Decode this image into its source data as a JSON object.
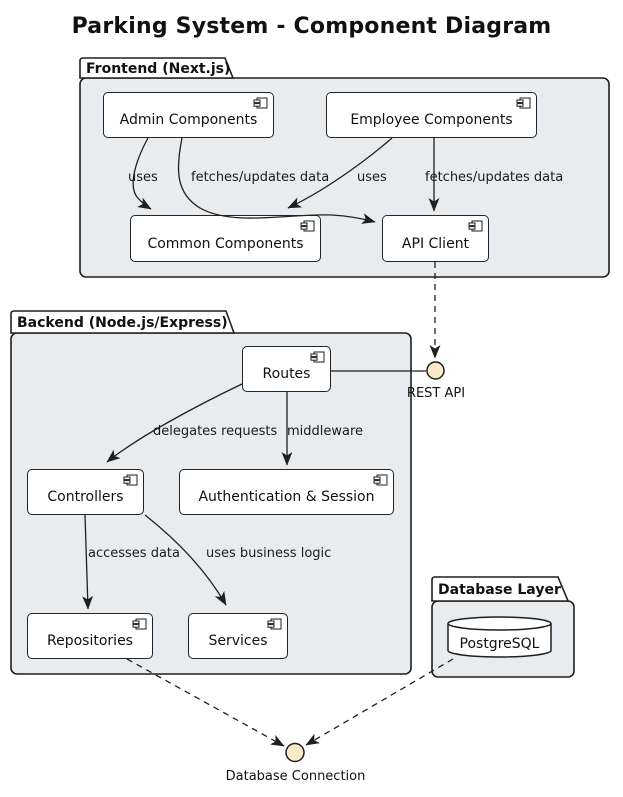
{
  "title": "Parking System - Component Diagram",
  "packages": {
    "frontend": {
      "label": "Frontend (Next.js)"
    },
    "backend": {
      "label": "Backend (Node.js/Express)"
    },
    "database": {
      "label": "Database Layer"
    }
  },
  "components": {
    "admin": {
      "label": "Admin Components"
    },
    "employee": {
      "label": "Employee Components"
    },
    "common": {
      "label": "Common Components"
    },
    "api_client": {
      "label": "API Client"
    },
    "routes": {
      "label": "Routes"
    },
    "controllers": {
      "label": "Controllers"
    },
    "auth": {
      "label": "Authentication & Session"
    },
    "repositories": {
      "label": "Repositories"
    },
    "services": {
      "label": "Services"
    }
  },
  "database_node": {
    "label": "PostgreSQL"
  },
  "interfaces": {
    "rest_api": {
      "label": "REST API"
    },
    "db_connection": {
      "label": "Database Connection"
    }
  },
  "edges": {
    "admin_uses_common": {
      "label": "uses"
    },
    "admin_fetches_api": {
      "label": "fetches/updates data"
    },
    "employee_uses_common": {
      "label": "uses"
    },
    "employee_fetches_api": {
      "label": "fetches/updates data"
    },
    "routes_delegates_controllers": {
      "label": "delegates requests"
    },
    "routes_middleware_auth": {
      "label": "middleware"
    },
    "controllers_accesses_repositories": {
      "label": "accesses data"
    },
    "controllers_business_services": {
      "label": "uses business logic"
    }
  },
  "colors": {
    "package_fill": "#E8ECEF",
    "node_fill": "#FFFFFF",
    "stroke": "#1F1F1F",
    "interface_fill": "#FAEBC8"
  }
}
